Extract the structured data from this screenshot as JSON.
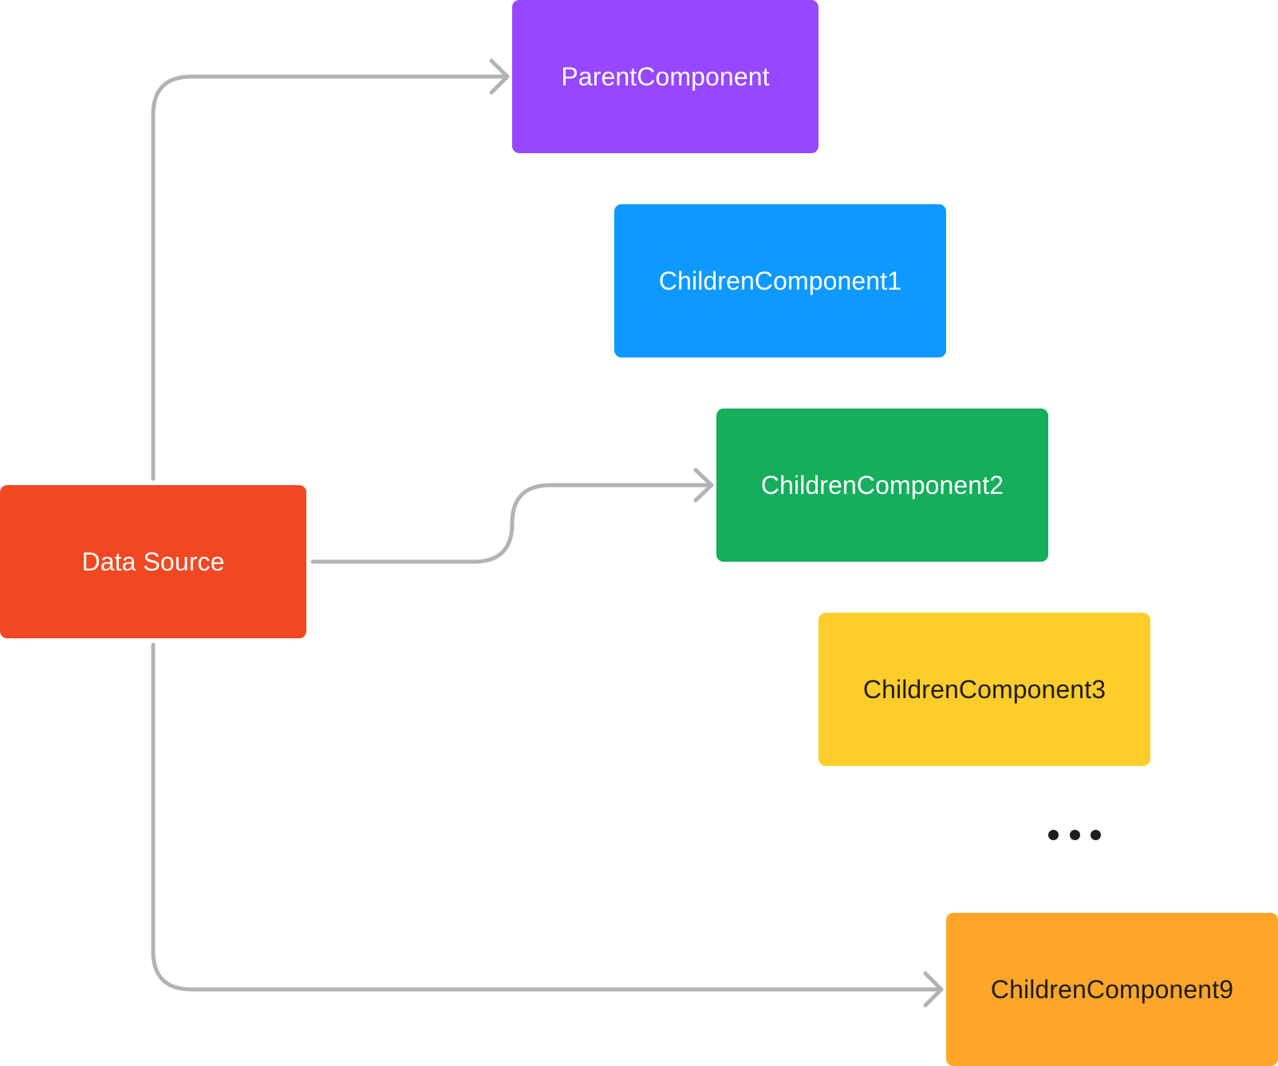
{
  "diagram": {
    "nodes": [
      {
        "id": "data-source",
        "label": "Data Source",
        "fill": "#f24822",
        "text_color": "#ffffff"
      },
      {
        "id": "parent",
        "label": "ParentComponent",
        "fill": "#9747ff",
        "text_color": "#ffffff"
      },
      {
        "id": "child1",
        "label": "ChildrenComponent1",
        "fill": "#0d99ff",
        "text_color": "#ffffff"
      },
      {
        "id": "child2",
        "label": "ChildrenComponent2",
        "fill": "#14ae5c",
        "text_color": "#ffffff"
      },
      {
        "id": "child3",
        "label": "ChildrenComponent3",
        "fill": "#ffcd29",
        "text_color": "#1e1e1e"
      },
      {
        "id": "child9",
        "label": "ChildrenComponent9",
        "fill": "#ffa629",
        "text_color": "#1e1e1e"
      }
    ],
    "edges": [
      {
        "from": "data-source",
        "to": "parent"
      },
      {
        "from": "data-source",
        "to": "child2"
      },
      {
        "from": "data-source",
        "to": "child9"
      }
    ],
    "connector_color": "#b3b3b3",
    "ellipsis_color": "#1e1e1e"
  }
}
